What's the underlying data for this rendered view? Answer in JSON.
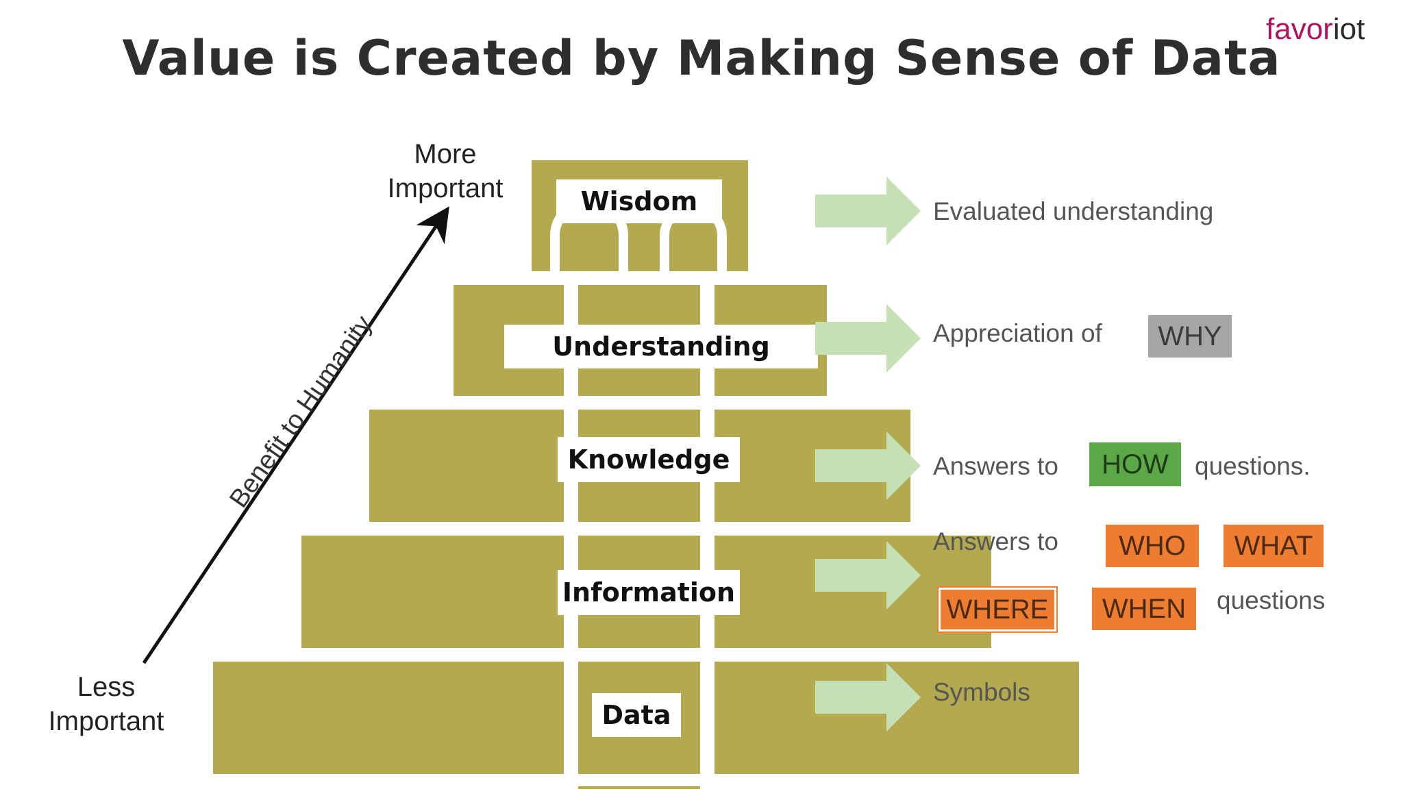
{
  "title": "Value is Created by Making Sense of Data",
  "logo": {
    "part1": "favor",
    "part2": "iot"
  },
  "axis": {
    "top_label_line1": "More",
    "top_label_line2": "Important",
    "bottom_label_line1": "Less",
    "bottom_label_line2": "Important",
    "arrow_label": "Benefit to Humanity"
  },
  "levels": {
    "wisdom": "Wisdom",
    "understanding": "Understanding",
    "knowledge": "Knowledge",
    "information": "Information",
    "data": "Data"
  },
  "descriptions": {
    "wisdom": "Evaluated understanding",
    "understanding_prefix": "Appreciation of",
    "understanding_tag": "WHY",
    "knowledge_prefix": "Answers to",
    "knowledge_tag": "HOW",
    "knowledge_suffix": "questions.",
    "information_prefix": "Answers to",
    "information_tags": [
      "WHO",
      "WHAT",
      "WHERE",
      "WHEN"
    ],
    "information_suffix": "questions",
    "data": "Symbols"
  },
  "colors": {
    "pyramid": "#b3a94f",
    "arrow": "#c5e0b4",
    "why": "#a6a6a6",
    "how": "#5aa846",
    "who_what_where_when": "#ee7d32",
    "logo": "#b0145f"
  }
}
